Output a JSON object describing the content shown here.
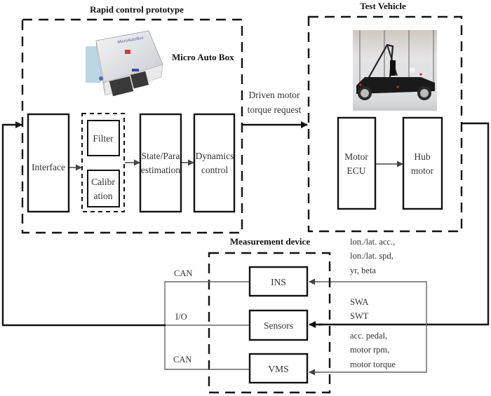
{
  "diagram": {
    "rcp": {
      "title": "Rapid control prototype",
      "device_label": "Micro Auto Box",
      "device_image_icon": "micro-auto-box-hardware-photo",
      "blocks": {
        "interface": "Interface",
        "filter": "Filter",
        "calibration_line1": "Calibr",
        "calibration_line2": "ation",
        "state_line1": "State/Para",
        "state_line2": "estimation",
        "dynamics_line1": "Dynamics",
        "dynamics_line2": "control"
      }
    },
    "link_label": {
      "line1": "Driven motor",
      "line2": "torque request"
    },
    "vehicle": {
      "title": "Test Vehicle",
      "image_icon": "test-vehicle-photo",
      "blocks": {
        "ecu_line1": "Motor",
        "ecu_line2": "ECU",
        "hub_line1": "Hub",
        "hub_line2": "motor"
      }
    },
    "measurement": {
      "title": "Measurement device",
      "blocks": {
        "ins": "INS",
        "sensors": "Sensors",
        "vms": "VMS"
      },
      "bus_labels": {
        "ins": "CAN",
        "sensors": "I/O",
        "vms": "CAN"
      }
    },
    "signals": {
      "ins": [
        "lon./lat. acc.,",
        "lon./lat. spd,",
        "yr, beta"
      ],
      "sensors": [
        "SWA",
        "SWT"
      ],
      "vms": [
        "acc. pedal,",
        "motor rpm,",
        "motor torque"
      ]
    }
  }
}
